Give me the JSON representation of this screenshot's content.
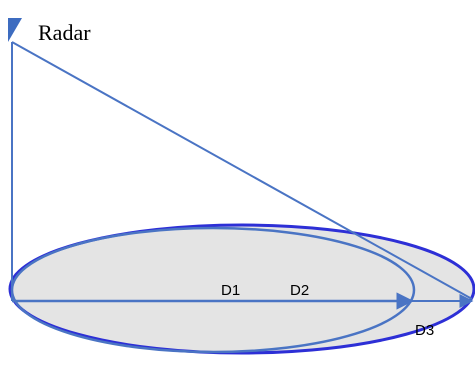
{
  "diagram": {
    "radar_label": "Radar",
    "labels": {
      "d1": "D1",
      "d2": "D2",
      "d3": "D3"
    },
    "colors": {
      "line": "#4a74c4",
      "ellipse_outer_stroke": "#2d2fd6",
      "ellipse_inner_stroke": "#4a74c4",
      "ellipse_fill": "#e4e4e4",
      "radar_marker": "#3d6cc0",
      "text": "#000000"
    }
  }
}
